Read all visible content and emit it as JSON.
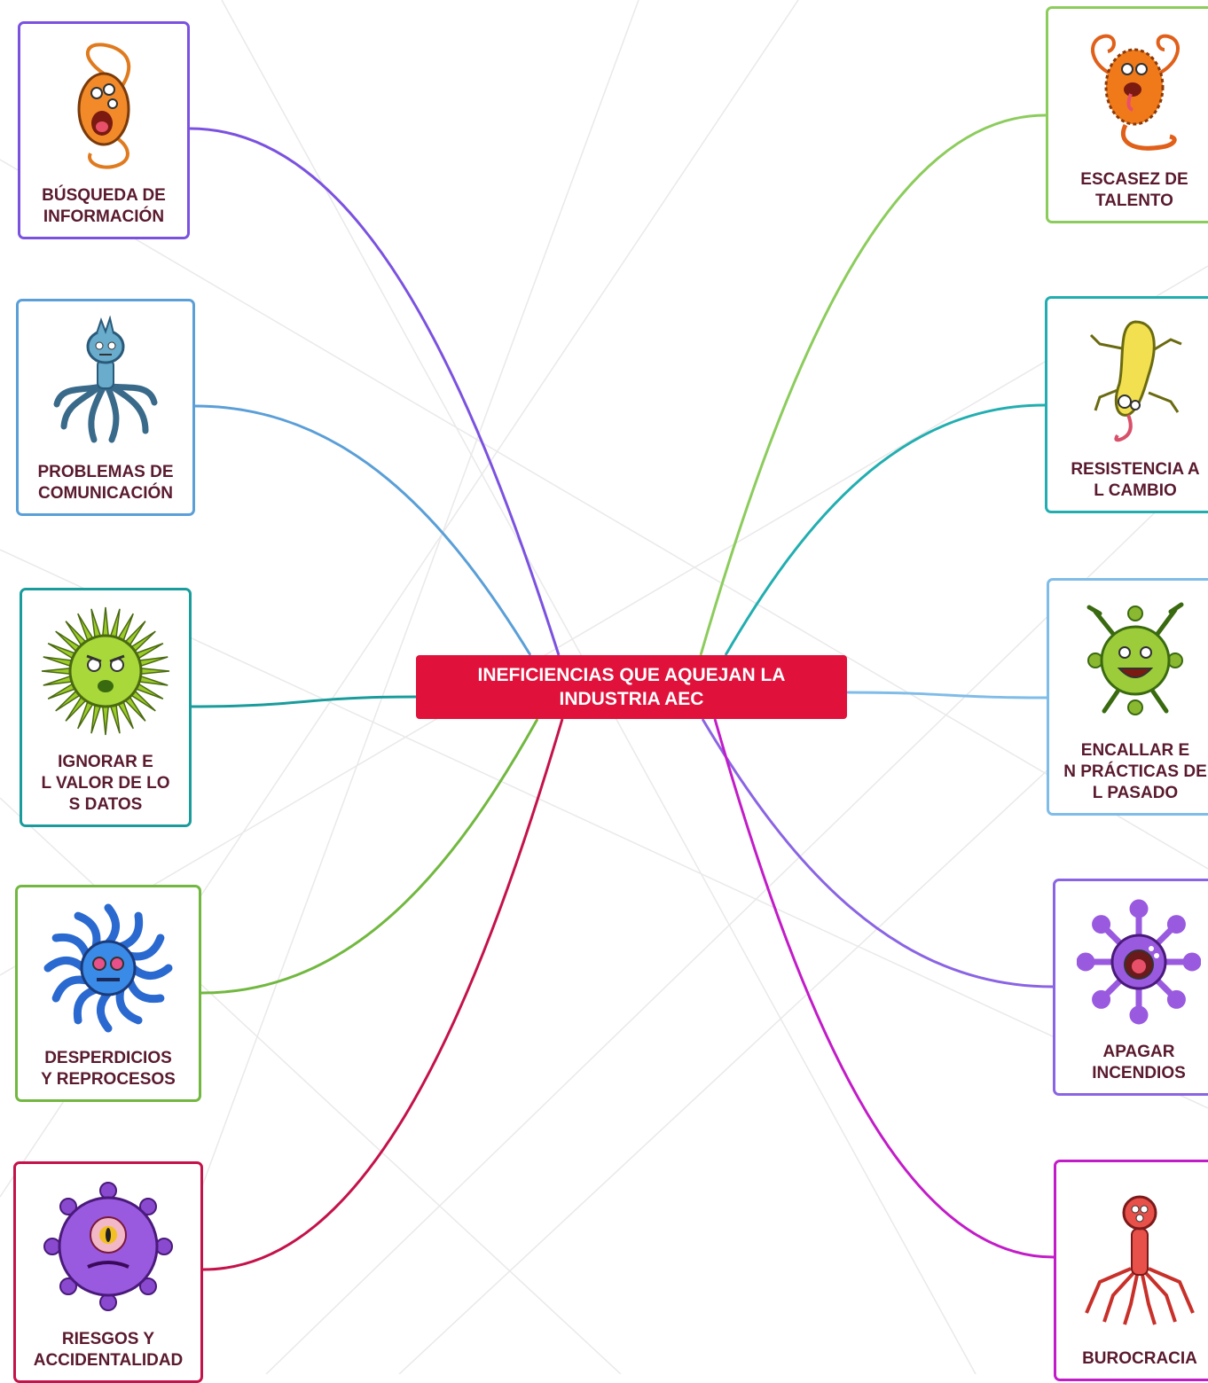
{
  "central": {
    "title": "INEFICIENCIAS QUE AQUEJAN LA INDUSTRIA AEC",
    "color": "#e0123c"
  },
  "branches": [
    {
      "label": "BÚSQUEDA DE INFORMACIÓN",
      "color": "#7b52e0",
      "icon": "orange-worm-germ-icon"
    },
    {
      "label": "PROBLEMAS DE COMUNICACIÓN",
      "color": "#5a9fd8",
      "icon": "blue-tentacle-germ-icon"
    },
    {
      "label": "IGNORAR EL VALOR DE LOS DATOS",
      "color": "#1a9c9c",
      "icon": "green-spiky-germ-icon"
    },
    {
      "label": "DESPERDICIOS Y REPROCESOS",
      "color": "#72b840",
      "icon": "blue-squiggly-germ-icon"
    },
    {
      "label": "RIESGOS Y ACCIDENTALIDAD",
      "color": "#c4124a",
      "icon": "purple-cyclops-germ-icon"
    },
    {
      "label": "ESCASEZ DE TALENTO",
      "color": "#8ccc5c",
      "icon": "orange-hairy-germ-icon"
    },
    {
      "label": "RESISTENCIA AL CAMBIO",
      "color": "#22aeb0",
      "icon": "yellow-bacillus-germ-icon"
    },
    {
      "label": "ENCALLAR EN PRÁCTICAS DEL PASADO",
      "color": "#7fbce8",
      "icon": "green-virus-germ-icon"
    },
    {
      "label": "APAGAR INCENDIOS",
      "color": "#8a64e4",
      "icon": "purple-virus-germ-icon"
    },
    {
      "label": "BUROCRACIA",
      "color": "#c21cc8",
      "icon": "red-spider-germ-icon"
    }
  ]
}
